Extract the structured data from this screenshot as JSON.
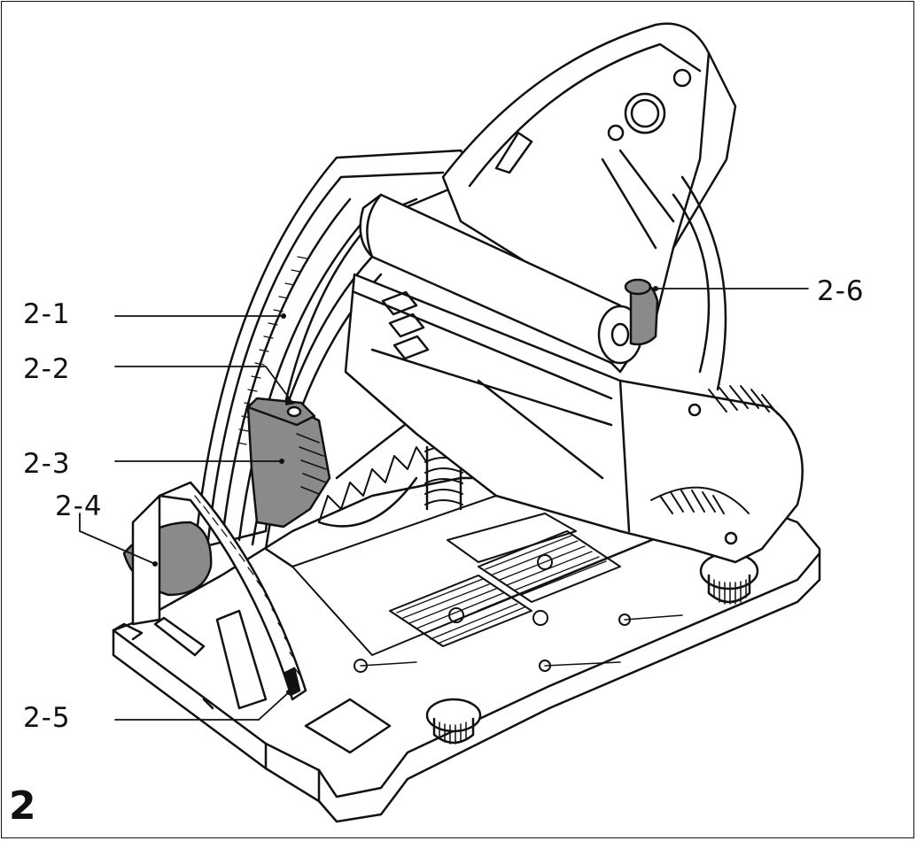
{
  "figure": {
    "number": "2",
    "callouts": [
      {
        "id": "2-1",
        "label": "2-1"
      },
      {
        "id": "2-2",
        "label": "2-2"
      },
      {
        "id": "2-3",
        "label": "2-3"
      },
      {
        "id": "2-4",
        "label": "2-4"
      },
      {
        "id": "2-5",
        "label": "2-5"
      },
      {
        "id": "2-6",
        "label": "2-6"
      }
    ],
    "highlight_color": "#8a8a8a",
    "line_color": "#111111"
  }
}
